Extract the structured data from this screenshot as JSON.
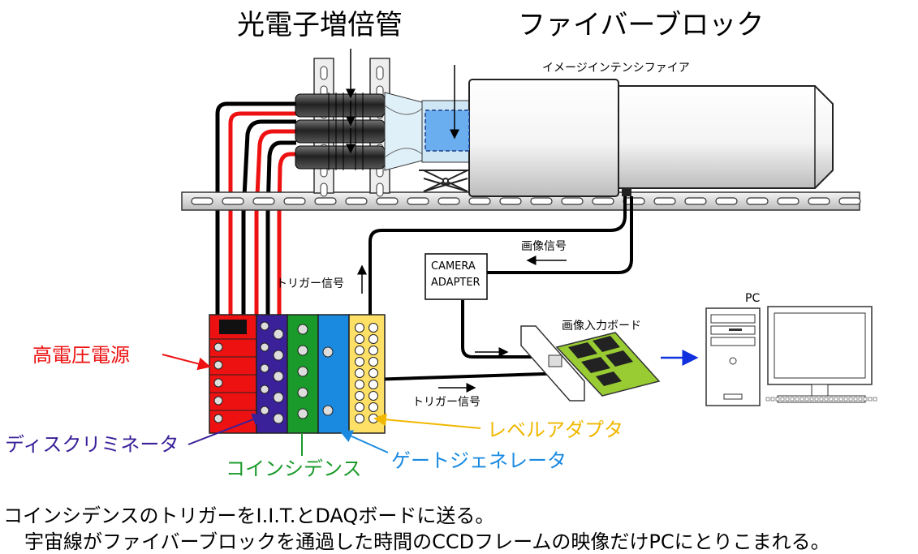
{
  "titles": {
    "pmt": "光電子増倍管",
    "fiber_block": "ファイバーブロック",
    "image_intensifier": "イメージインテンシファイア"
  },
  "labels": {
    "hv_power": "高電圧電源",
    "discriminator": "ディスクリミネータ",
    "coincidence": "コインシデンス",
    "gate_generator": "ゲートジェネレータ",
    "level_adapter": "レベルアダプタ",
    "trigger_signal_up": "トリガー信号",
    "trigger_signal_bottom": "トリガー信号",
    "image_signal": "画像信号",
    "camera_adapter_line1": "CAMERA",
    "camera_adapter_line2": "ADAPTER",
    "capture_board": "画像入力ボード",
    "pc": "PC"
  },
  "caption": {
    "line1": "コインシデンスのトリガーをI.I.T.とDAQボードに送る。",
    "line2": "宇宙線がファイバーブロックを通過した時間のCCDフレームの映像だけPCにとりこまれる。"
  },
  "colors": {
    "hv_red": "#ee1111",
    "discriminator_purple": "#3a2099",
    "coincidence_green": "#1a9a2a",
    "gate_blue": "#1a8ae0",
    "level_yellow": "#ffe066",
    "level_label": "#f0b800",
    "arrow_blue": "#1030e0",
    "fiber_blue": "#6aaef0",
    "board_green": "#99cc33"
  }
}
